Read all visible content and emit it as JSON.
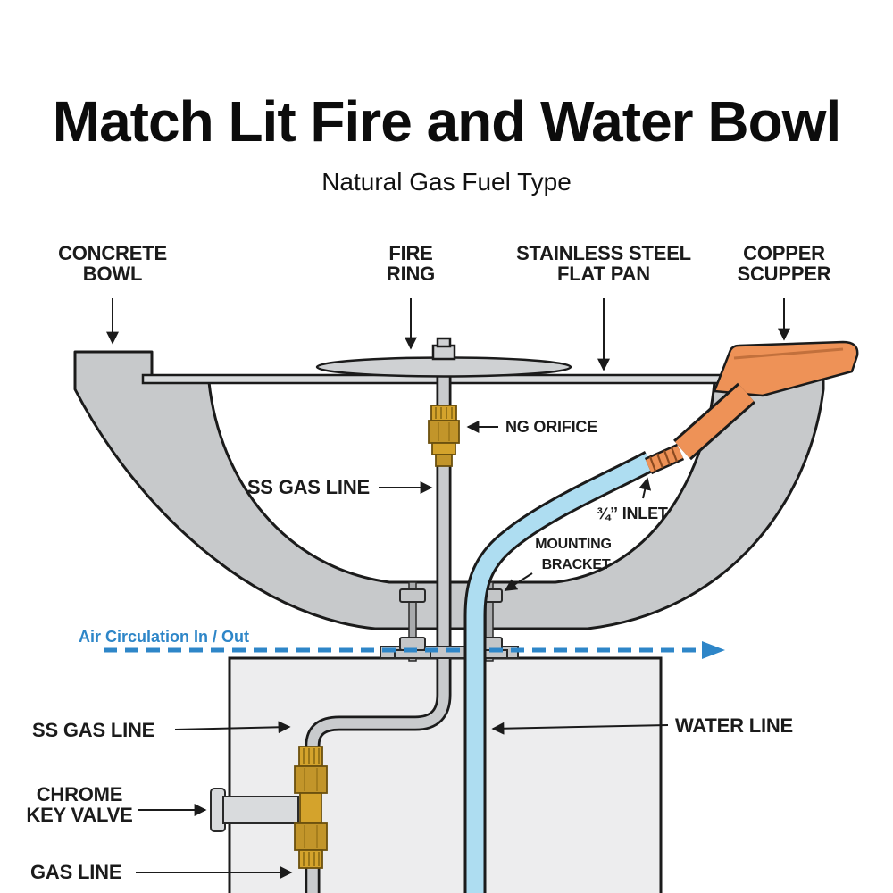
{
  "title": "Match Lit Fire and Water Bowl",
  "subtitle": "Natural Gas Fuel Type",
  "callouts": {
    "concrete_bowl": [
      "CONCRETE",
      "BOWL"
    ],
    "fire_ring": [
      "FIRE",
      "RING"
    ],
    "flat_pan": [
      "STAINLESS STEEL",
      "FLAT PAN"
    ],
    "copper_scupper": [
      "COPPER",
      "SCUPPER"
    ],
    "ng_orifice": "NG ORIFICE",
    "ss_gas_line_upper": "SS GAS LINE",
    "inlet": "¾” INLET",
    "mounting_bracket": [
      "MOUNTING",
      "BRACKET"
    ],
    "air_circulation": "Air Circulation In / Out",
    "ss_gas_line_lower": "SS GAS LINE",
    "water_line": "WATER LINE",
    "chrome_key_valve": [
      "CHROME",
      "KEY VALVE"
    ],
    "gas_line": "GAS LINE"
  },
  "colors": {
    "concrete": "#c7c9cb",
    "copper": "#ee9257",
    "water": "#aeddf1",
    "brass": "#d4a32c",
    "air_flow": "#2e86c8",
    "outline": "#1b1b1b"
  }
}
